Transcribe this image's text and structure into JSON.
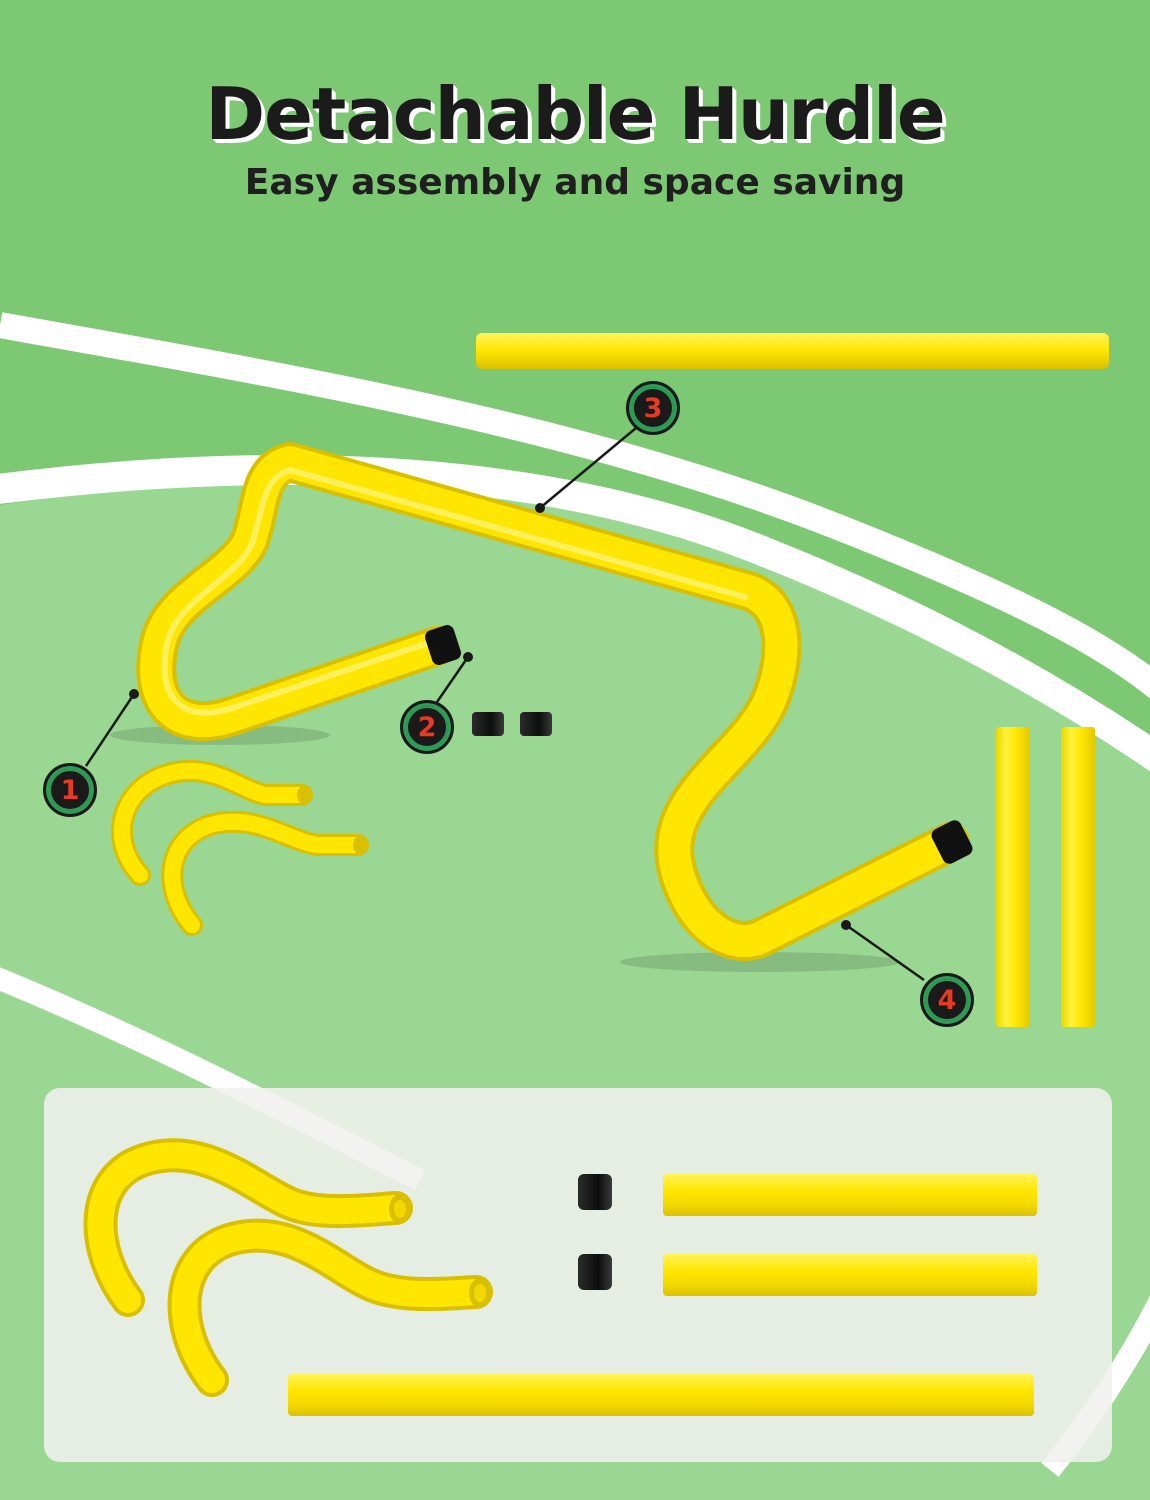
{
  "header": {
    "title": "Detachable Hurdle",
    "subtitle": "Easy assembly and space saving"
  },
  "callouts": [
    {
      "number": "1"
    },
    {
      "number": "2"
    },
    {
      "number": "3"
    },
    {
      "number": "4"
    }
  ],
  "colors": {
    "field_dark": "#7cc873",
    "field_light": "#9ad793",
    "line": "#ffffff",
    "hurdle_yellow": "#ffe600",
    "badge_number": "#e63a22",
    "badge_ring": "#2f9c57"
  }
}
